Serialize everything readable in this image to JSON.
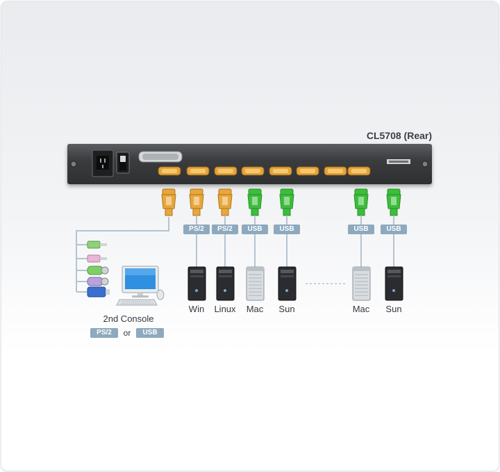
{
  "title": "CL5708 (Rear)",
  "ports": [
    {
      "type": "ps2",
      "color": "#e8a73c",
      "tag": ""
    },
    {
      "type": "ps2",
      "color": "#e8a73c",
      "tag": "PS/2"
    },
    {
      "type": "ps2",
      "color": "#e8a73c",
      "tag": "PS/2"
    },
    {
      "type": "usb",
      "color": "#3dbd3d",
      "tag": "USB"
    },
    {
      "type": "usb",
      "color": "#3dbd3d",
      "tag": "USB"
    },
    {
      "type": "usb",
      "color": "#3dbd3d",
      "tag": "USB"
    },
    {
      "type": "usb",
      "color": "#3dbd3d",
      "tag": "USB"
    }
  ],
  "computers": [
    {
      "label": "Win",
      "case": "black"
    },
    {
      "label": "Linux",
      "case": "black"
    },
    {
      "label": "Mac",
      "case": "silver"
    },
    {
      "label": "Sun",
      "case": "black"
    },
    {
      "label": "Mac",
      "case": "silver"
    },
    {
      "label": "Sun",
      "case": "black"
    }
  ],
  "console": {
    "label": "2nd Console",
    "or_text": "or",
    "tag_ps2": "PS/2",
    "tag_usb": "USB"
  },
  "colors": {
    "tag_bg": "#8ea9bd",
    "cable": "#b4c4d0",
    "device": "#35383b"
  }
}
